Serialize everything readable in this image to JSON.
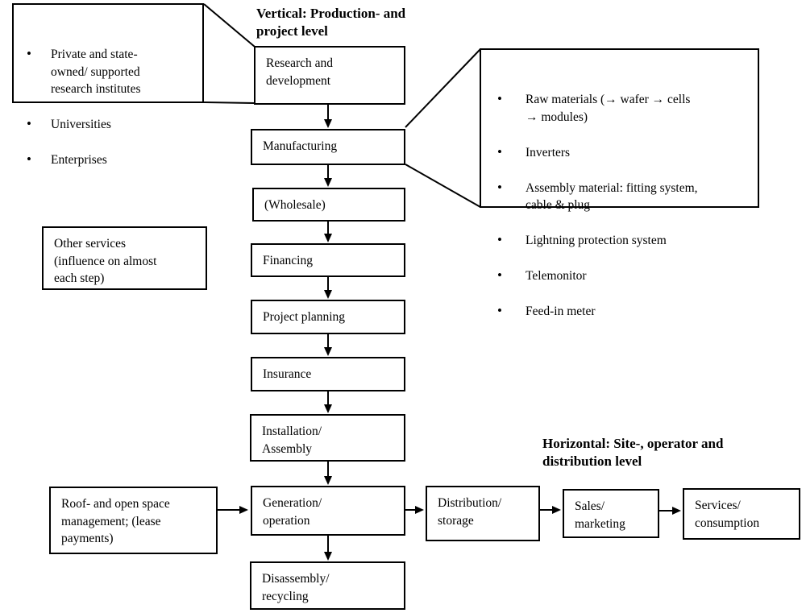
{
  "titles": {
    "vertical": "Vertical: Production- and\nproject level",
    "horizontal": "Horizontal: Site-, operator and\ndistribution level"
  },
  "research_actors": {
    "items": [
      "Private and state-\nowned/ supported\nresearch institutes",
      "Universities",
      "Enterprises"
    ]
  },
  "manufacturing_inputs": {
    "items": [
      "Raw materials (→ wafer → cells\n→ modules)",
      "Inverters",
      "Assembly material: fitting system,\ncable & plug",
      "Lightning protection system",
      "Telemonitor",
      "Feed-in meter"
    ]
  },
  "vertical_chain": [
    "Research and\ndevelopment",
    "Manufacturing",
    "(Wholesale)",
    "Financing",
    "Project planning",
    "Insurance",
    "Installation/\nAssembly",
    "Generation/\noperation",
    "Disassembly/\nrecycling"
  ],
  "horizontal_chain": [
    "Distribution/\nstorage",
    "Sales/\nmarketing",
    "Services/\nconsumption"
  ],
  "side_notes": {
    "other_services": "Other services\n(influence on almost\neach step)",
    "roof_management": "Roof- and open space\nmanagement; (lease\npayments)"
  },
  "colors": {
    "ink": "#000000",
    "background": "#ffffff"
  }
}
